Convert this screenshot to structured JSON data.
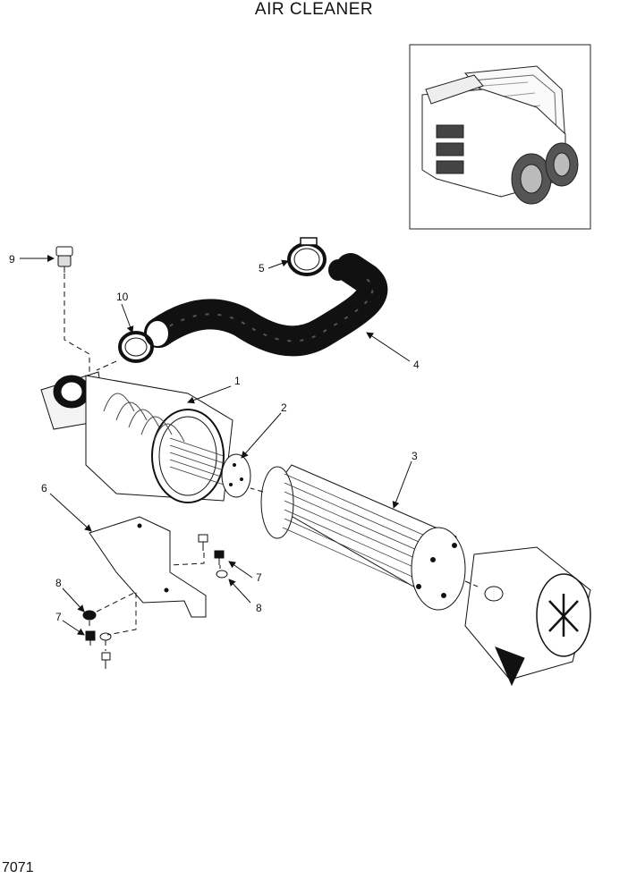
{
  "title": "AIR CLEANER",
  "page_code": "7071",
  "callouts": [
    {
      "id": "c1",
      "label": "1"
    },
    {
      "id": "c2",
      "label": "2"
    },
    {
      "id": "c3",
      "label": "3"
    },
    {
      "id": "c4",
      "label": "4"
    },
    {
      "id": "c5",
      "label": "5"
    },
    {
      "id": "c6",
      "label": "6"
    },
    {
      "id": "c7a",
      "label": "7"
    },
    {
      "id": "c7b",
      "label": "7"
    },
    {
      "id": "c8a",
      "label": "8"
    },
    {
      "id": "c8b",
      "label": "8"
    },
    {
      "id": "c9",
      "label": "9"
    },
    {
      "id": "c10",
      "label": "10"
    }
  ]
}
